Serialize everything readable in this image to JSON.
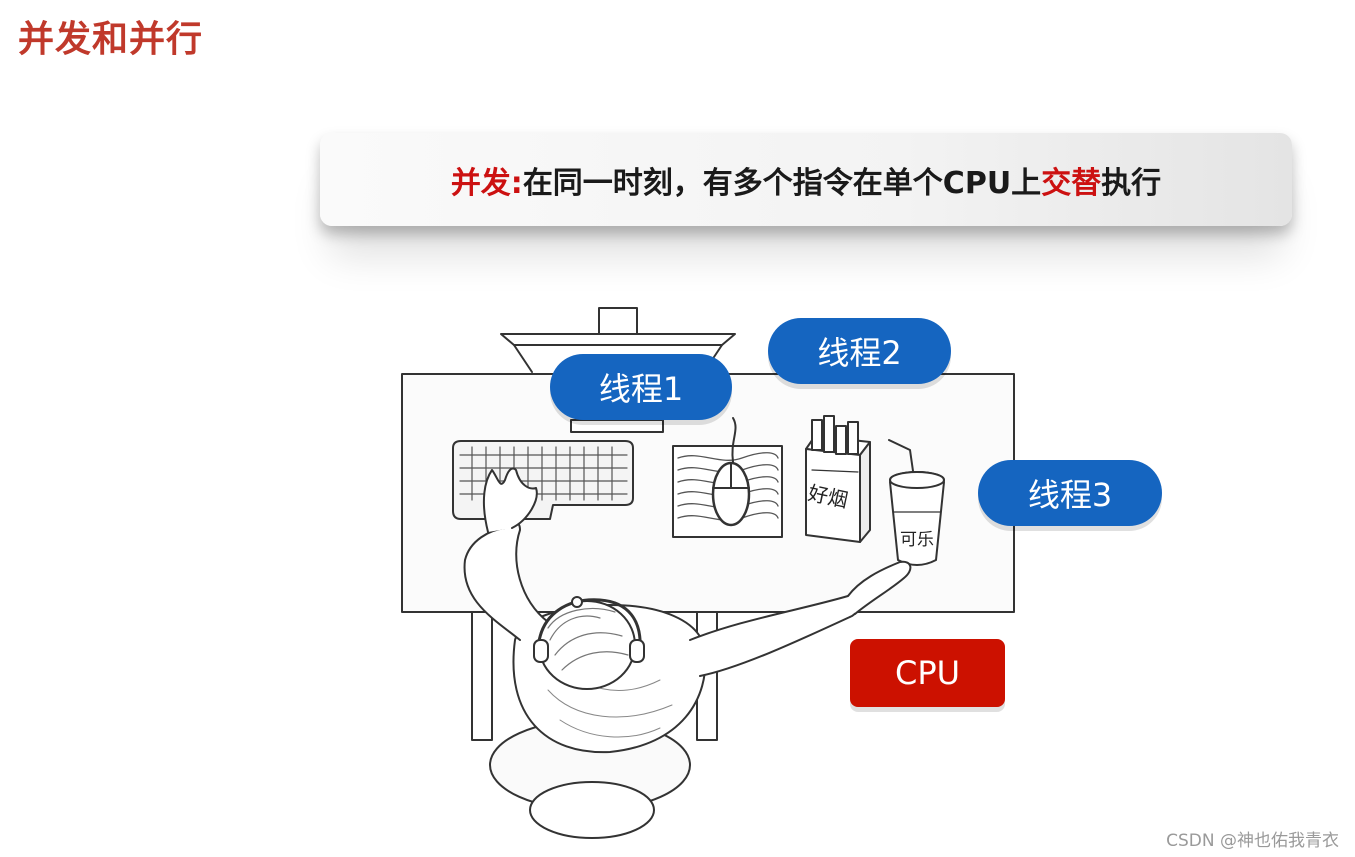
{
  "page": {
    "title": "并发和并行",
    "watermark": "CSDN @神也佑我青衣"
  },
  "definition": {
    "term": "并发:",
    "text_before": "在同一时刻，有多个指令在单个CPU上",
    "highlight": "交替",
    "text_after": "执行"
  },
  "illustration": {
    "cigarette_pack_label": "好烟",
    "cup_label": "可乐"
  },
  "threads": [
    {
      "label": "线程1"
    },
    {
      "label": "线程2"
    },
    {
      "label": "线程3"
    }
  ],
  "cpu": {
    "label": "CPU"
  },
  "colors": {
    "title_red": "#c0392b",
    "highlight_red": "#cc1111",
    "thread_blue": "#1565c0",
    "cpu_red": "#cc1100"
  }
}
